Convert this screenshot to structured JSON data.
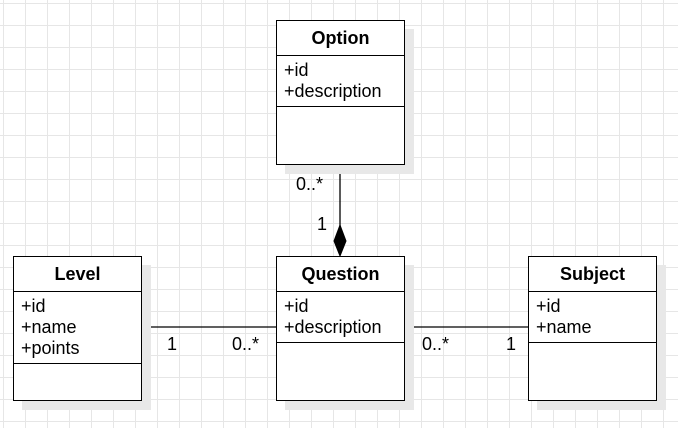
{
  "diagram": {
    "classes": [
      {
        "id": "option",
        "name": "Option",
        "attributes": [
          "+id",
          "+description"
        ]
      },
      {
        "id": "level",
        "name": "Level",
        "attributes": [
          "+id",
          "+name",
          "+points"
        ]
      },
      {
        "id": "question",
        "name": "Question",
        "attributes": [
          "+id",
          "+description"
        ]
      },
      {
        "id": "subject",
        "name": "Subject",
        "attributes": [
          "+id",
          "+name"
        ]
      }
    ],
    "associations": [
      {
        "id": "question-option",
        "kind": "composition",
        "option_end": "0..*",
        "question_end": "1"
      },
      {
        "id": "level-question",
        "kind": "association",
        "level_end": "1",
        "question_end": "0..*"
      },
      {
        "id": "question-subject",
        "kind": "association",
        "question_end": "0..*",
        "subject_end": "1"
      }
    ]
  }
}
